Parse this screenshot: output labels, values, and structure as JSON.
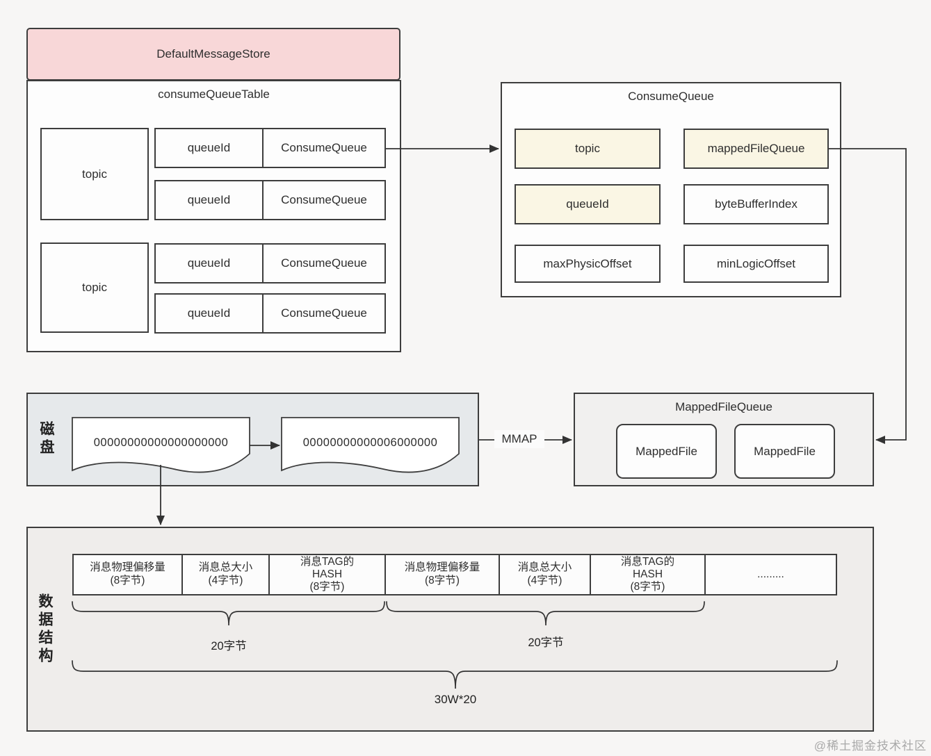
{
  "default_message_store": {
    "title": "DefaultMessageStore",
    "table_label": "consumeQueueTable",
    "groups": [
      {
        "topic_label": "topic",
        "rows": [
          {
            "queue_id": "queueId",
            "consume_queue": "ConsumeQueue"
          },
          {
            "queue_id": "queueId",
            "consume_queue": "ConsumeQueue"
          }
        ]
      },
      {
        "topic_label": "topic",
        "rows": [
          {
            "queue_id": "queueId",
            "consume_queue": "ConsumeQueue"
          },
          {
            "queue_id": "queueId",
            "consume_queue": "ConsumeQueue"
          }
        ]
      }
    ]
  },
  "consume_queue": {
    "title": "ConsumeQueue",
    "fields": [
      {
        "label": "topic",
        "highlighted": true
      },
      {
        "label": "mappedFileQueue",
        "highlighted": true
      },
      {
        "label": "queueId",
        "highlighted": true
      },
      {
        "label": "byteBufferIndex",
        "highlighted": false
      },
      {
        "label": "maxPhysicOffset",
        "highlighted": false
      },
      {
        "label": "minLogicOffset",
        "highlighted": false
      }
    ]
  },
  "disk": {
    "label": "磁盘",
    "files": [
      {
        "name": "00000000000000000000"
      },
      {
        "name": "00000000000006000000"
      }
    ],
    "mmap_label": "MMAP"
  },
  "mapped_file_queue": {
    "title": "MappedFileQueue",
    "files": [
      {
        "label": "MappedFile"
      },
      {
        "label": "MappedFile"
      }
    ]
  },
  "data_structure": {
    "label": "数据结构",
    "cells": [
      {
        "lines": [
          "消息物理偏移量",
          "(8字节)"
        ]
      },
      {
        "lines": [
          "消息总大小",
          "(4字节)"
        ]
      },
      {
        "lines": [
          "消息TAG的",
          "HASH",
          "(8字节)"
        ]
      },
      {
        "lines": [
          "消息物理偏移量",
          "(8字节)"
        ]
      },
      {
        "lines": [
          "消息总大小",
          "(4字节)"
        ]
      },
      {
        "lines": [
          "消息TAG的",
          "HASH",
          "(8字节)"
        ]
      },
      {
        "lines": [
          "........."
        ]
      }
    ],
    "brace_labels": {
      "group1": "20字节",
      "group2": "20字节",
      "total": "30W*20"
    }
  },
  "watermark": "@稀土掘金技术社区",
  "colors": {
    "header_pink": "#f8d7d8",
    "field_cream": "#faf6e4",
    "disk_fill": "#e6e9eb",
    "mfq_fill": "#f1f0ef",
    "ds_fill": "#efedeb",
    "line": "#3d3d3d"
  }
}
